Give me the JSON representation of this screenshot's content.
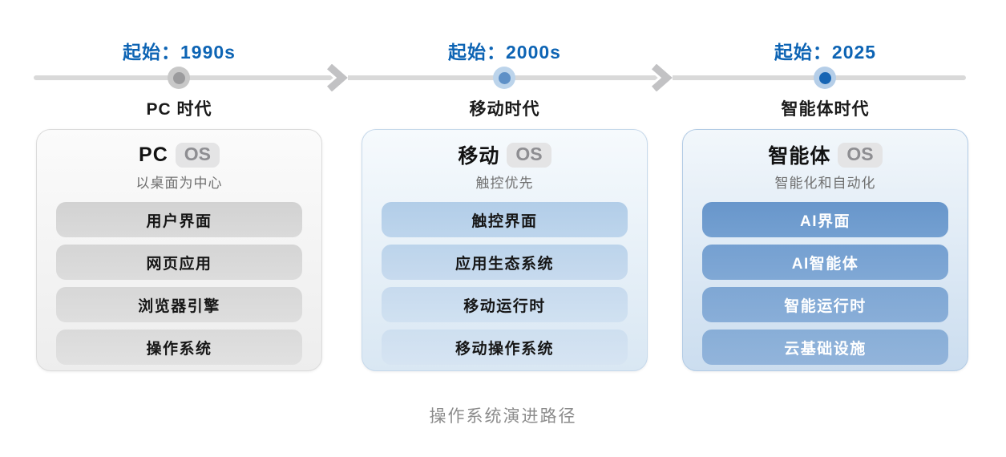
{
  "caption": "操作系统演进路径",
  "colors": {
    "accent_blue": "#0D64B4",
    "timeline_gray": "#D9D9D9",
    "chevron_gray": "#C2C2C4",
    "era1_dot": "#9B9B9D",
    "era1_dot_halo": "#C8C8C8",
    "era2_dot": "#5E90C7",
    "era2_dot_halo": "#BCD4EB",
    "era3_dot": "#1765B4",
    "era3_dot_halo": "#B5CEE8",
    "card3_row_blue": "#6E9BCE",
    "card_row_text_dark": "#161616",
    "card_row_text_light": "#FFFFFF"
  },
  "eras": [
    {
      "start_label": "起始：1990s",
      "era_label": "PC 时代",
      "card": {
        "title": "PC",
        "badge": "OS",
        "subtitle": "以桌面为中心",
        "rows": [
          "用户界面",
          "网页应用",
          "浏览器引擎",
          "操作系统"
        ]
      }
    },
    {
      "start_label": "起始：2000s",
      "era_label": "移动时代",
      "card": {
        "title": "移动",
        "badge": "OS",
        "subtitle": "触控优先",
        "rows": [
          "触控界面",
          "应用生态系统",
          "移动运行时",
          "移动操作系统"
        ]
      }
    },
    {
      "start_label": "起始：2025",
      "era_label": "智能体时代",
      "card": {
        "title": "智能体",
        "badge": "OS",
        "subtitle": "智能化和自动化",
        "rows": [
          "AI界面",
          "AI智能体",
          "智能运行时",
          "云基础设施"
        ]
      }
    }
  ]
}
